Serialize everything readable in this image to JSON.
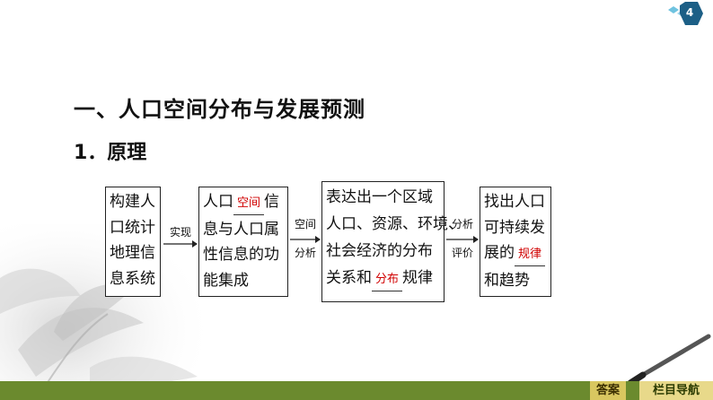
{
  "page": {
    "number": "4"
  },
  "headings": {
    "section": "一、人口空间分布与发展预测",
    "subsection": "1．原理"
  },
  "flow": {
    "box1": {
      "lines": [
        "构建人",
        "口统计",
        "地理信",
        "息系统"
      ]
    },
    "arrow1": {
      "top": "实现",
      "bottom": ""
    },
    "box2": {
      "line1_pre": "人口",
      "line1_blank": "空间",
      "line1_post": "信",
      "lines": [
        "息与人口属",
        "性信息的功",
        "能集成"
      ]
    },
    "arrow2": {
      "top": "空间",
      "bottom": "分析"
    },
    "box3": {
      "lines": [
        "表达出一个区域",
        "人口、资源、环境、",
        "社会经济的分布"
      ],
      "line4_pre": "关系和",
      "line4_blank": "分布",
      "line4_post": "规律"
    },
    "arrow3": {
      "top": "分析",
      "bottom": "评价"
    },
    "box4": {
      "lines": [
        "找出人口",
        "可持续发"
      ],
      "line3_pre": "展的",
      "line3_blank": "规律",
      "line4": "和趋势"
    }
  },
  "footer": {
    "answer_label": "答案",
    "nav_label": "栏目导航"
  },
  "colors": {
    "blank_text": "#d00000",
    "footer_bar": "#6b8a2e"
  }
}
